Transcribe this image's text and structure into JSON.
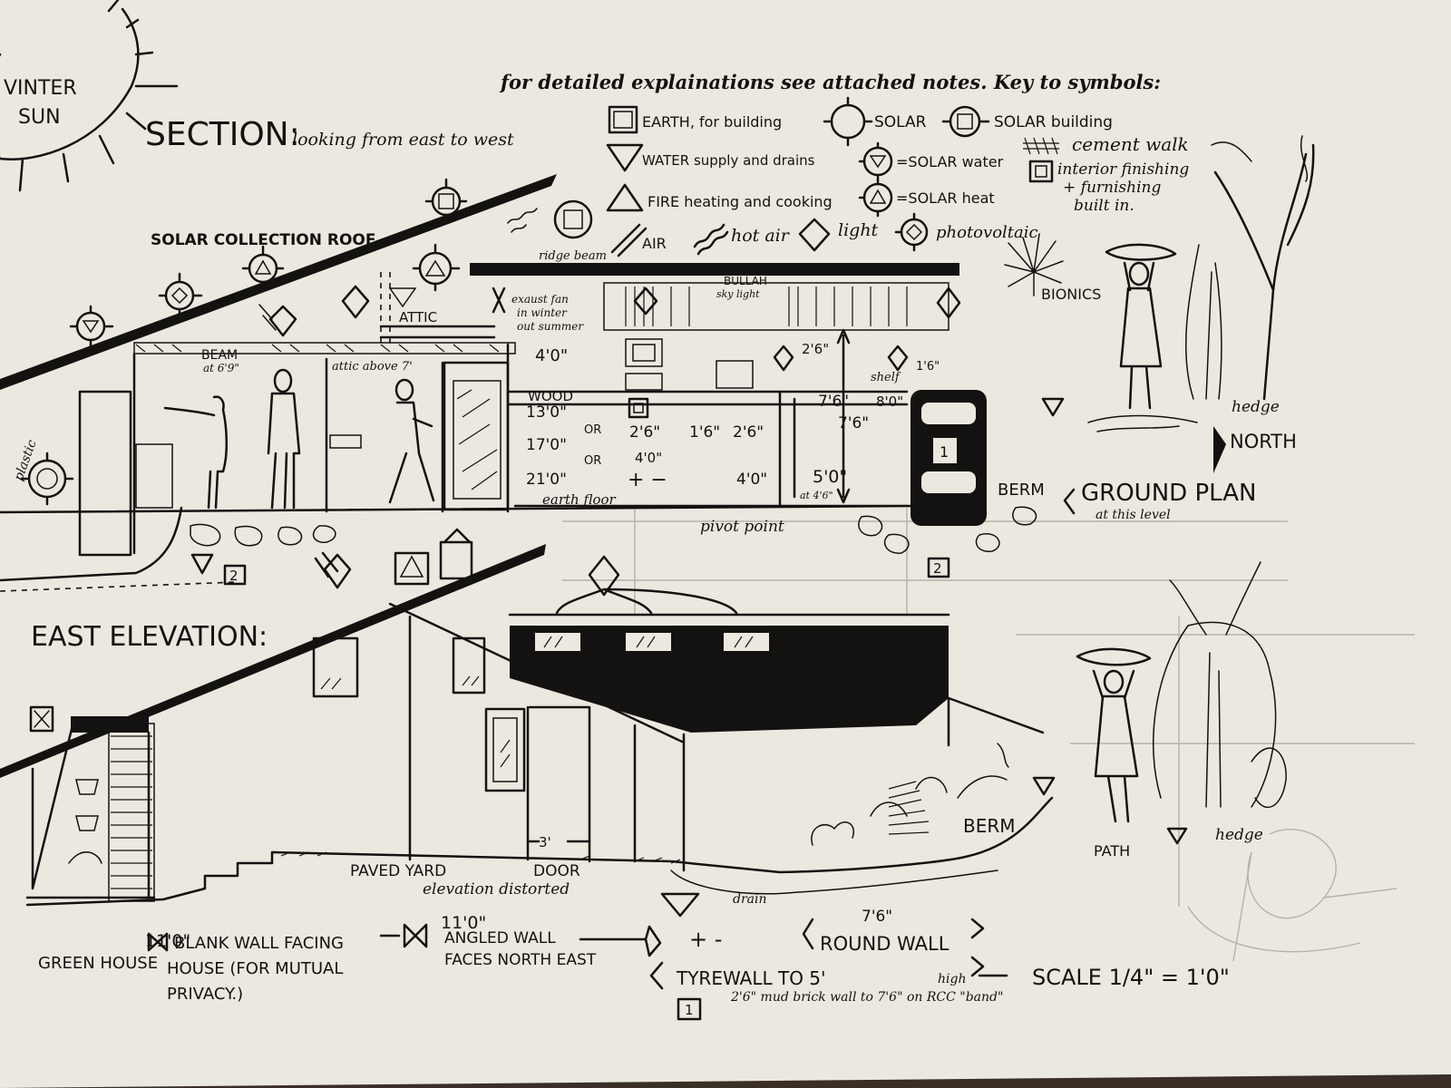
{
  "colors": {
    "paper": "#ebe8e0",
    "ink": "#141210",
    "pencil": "#b7b2a7",
    "edge": "#3a2f27"
  },
  "sun": {
    "line1": "VINTER",
    "line2": "SUN"
  },
  "section": {
    "title": "SECTION:",
    "subtitle": "looking from east to west"
  },
  "key": {
    "header": "for detailed explainations see attached notes. Key to symbols:",
    "items": {
      "earth": "EARTH, for building",
      "water": "WATER supply and drains",
      "fire": "FIRE heating and cooking",
      "air": "AIR",
      "hotair": "hot air",
      "light": "light",
      "solar": "SOLAR",
      "solar_building": "SOLAR building",
      "solar_water": "=SOLAR water",
      "solar_heat": "=SOLAR heat",
      "photovoltaic": "photovoltaic",
      "cement_walk": "cement walk",
      "interior_finishing": "interior finishing",
      "furnishing": "+ furnishing",
      "built_in": "built in.",
      "bionics": "BIONICS"
    }
  },
  "section_labels": {
    "roof": "SOLAR COLLECTION ROOF",
    "ridge_beam": "ridge beam",
    "attic": "ATTIC",
    "exhaust1": "exaust fan",
    "exhaust2": "in winter",
    "exhaust3": "out summer",
    "bullah": "BULLAH",
    "skylight": "sky light",
    "beam": "BEAM",
    "beam_height": "at 6'9\"",
    "attic_above": "attic above 7'",
    "plastic": "plastic",
    "wood": "WOOD",
    "shelf": "shelf",
    "earth_floor": "earth floor",
    "pivot_point": "pivot point",
    "berm": "BERM",
    "ground_plan": "GROUND PLAN",
    "ground_plan_sub": "at this level",
    "north": "NORTH",
    "hedge": "hedge",
    "box_number": "2",
    "inner_number": "1"
  },
  "dimensions": {
    "d1": "4'0\"",
    "d2": "2'6\"",
    "d3": "1'6\"",
    "d4": "13'0\"",
    "d5": "17'0\"",
    "d6": "21'0\"",
    "or1": "OR",
    "or2": "OR",
    "d7": "2'6\"",
    "d8": "1'6\"",
    "d9": "2'6\"",
    "d10": "4'0\"",
    "d11": "4'0\"",
    "d12": "7'6\"",
    "d13": "5'0\"",
    "d14": "at 4'6\"",
    "d15": "8'0\"",
    "d16": "7'6\""
  },
  "east_elevation": {
    "title": "EAST ELEVATION:",
    "paved_yard": "PAVED YARD",
    "door": "DOOR",
    "distorted": "elevation distorted",
    "door_width": "3'",
    "drain": "drain",
    "berm": "BERM",
    "path": "PATH",
    "hedge": "hedge",
    "green_house": "GREEN HOUSE",
    "blank_dim": "11'0\"",
    "blank_wall1": "BLANK WALL FACING",
    "blank_wall2": "HOUSE (FOR MUTUAL",
    "blank_wall3": "PRIVACY.)",
    "angled_dim": "11'0\"",
    "angled1": "ANGLED WALL",
    "angled2": "FACES NORTH EAST",
    "plus_minus": "+ -",
    "round_dim": "7'6\"",
    "round_wall": "ROUND WALL",
    "tyre_wall": "TYREWALL TO 5'",
    "tyre_high": "high",
    "mud_brick": "2'6\" mud brick wall to 7'6\" on RCC \"band\"",
    "scale": "SCALE 1/4\" = 1'0\"",
    "box_number": "1"
  }
}
